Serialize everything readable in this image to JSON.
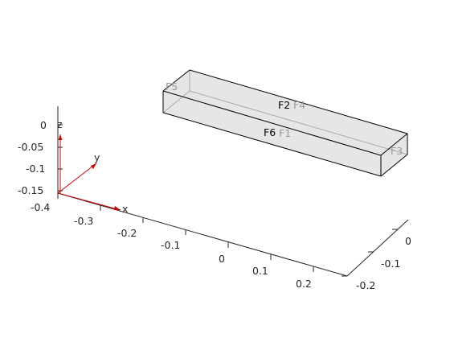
{
  "axes": {
    "x_ticks": [
      "-0.4",
      "-0.3",
      "-0.2",
      "-0.1",
      "0",
      "0.1",
      "0.2"
    ],
    "y_ticks": [
      "0",
      "-0.1",
      "-0.2"
    ],
    "z_ticks": [
      "0",
      "-0.05",
      "-0.1",
      "-0.15"
    ]
  },
  "triad": {
    "x_label": "x",
    "y_label": "y",
    "z_label": "z",
    "color": "#cc0000"
  },
  "faces": {
    "visible": [
      {
        "label": "F2",
        "color": "#000000"
      },
      {
        "label": "F6",
        "color": "#000000"
      }
    ],
    "hidden": [
      {
        "label": "F4",
        "color": "#9a9a9a"
      },
      {
        "label": "F1",
        "color": "#9a9a9a"
      },
      {
        "label": "F5",
        "color": "#9a9a9a"
      },
      {
        "label": "F3",
        "color": "#9a9a9a"
      }
    ]
  },
  "box_fill": "#e6e6e6"
}
